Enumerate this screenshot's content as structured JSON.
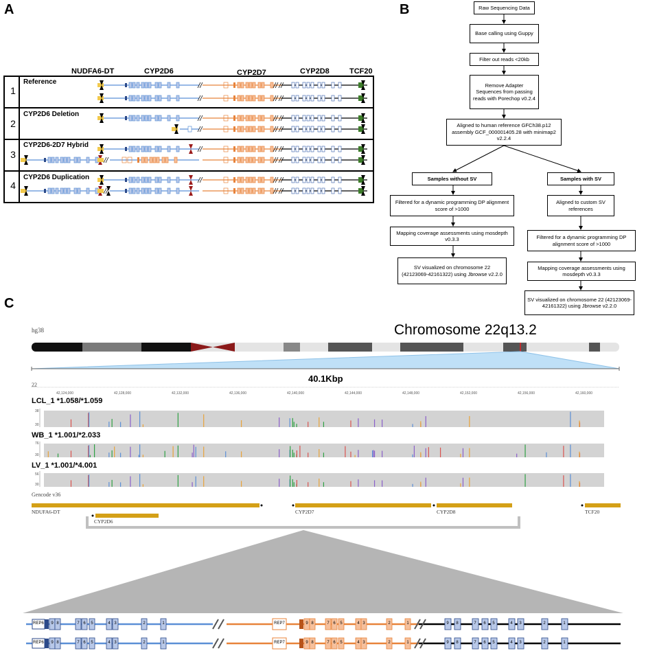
{
  "panels": {
    "a": "A",
    "b": "B",
    "c": "C"
  },
  "panel_a": {
    "genes": [
      "NUDFA6-DT",
      "CYP2D6",
      "CYP2D7",
      "CYP2D8",
      "TCF20"
    ],
    "rows": [
      {
        "num": "1",
        "label": "Reference"
      },
      {
        "num": "2",
        "label": "CYP2D6 Deletion"
      },
      {
        "num": "3",
        "label": "CYP2D6-2D7 Hybrid"
      },
      {
        "num": "4",
        "label": "CYP2D6 Duplication"
      }
    ]
  },
  "flowchart": {
    "raw": "Raw Sequencing Data",
    "basecall": "Base calling using Guppy",
    "filter": "Filter out reads <20kb",
    "adapter": "Remove Adapter Sequences from passing reads with Porechop v0.2.4",
    "align": "Aligned to human reference GFCh38.p12 assembly GCF_000001405.28 with minimap2 v2.2.4",
    "no_sv": "Samples without SV",
    "with_sv": "Samples with SV",
    "dp1": "Filtered for a dynamic programming DP alignment score of >1000",
    "custom": "Aligned to custom SV references",
    "cov1": "Mapping coverage assessments using mosdepth v0.3.3",
    "dp2": "Filtered for a dynamic programming DP alignment score of >1000",
    "vis1": "SV visualized on chromosome 22 (42123069-42161322) using Jbrowse v2.2.0",
    "cov2": "Mapping coverage assessments using mosdepth v0.3.3",
    "vis2": "SV visualized on chromosome 22 (42123069-42161322) using Jbrowse v2.2.0"
  },
  "panel_c": {
    "assembly": "hg38",
    "chrom_title": "Chromosome 22q13.2",
    "span": "40.1Kbp",
    "chrom_num": "22",
    "ticks": [
      "42,124,000",
      "42,128,000",
      "42,132,000",
      "42,136,000",
      "42,140,000",
      "42,144,000",
      "42,148,000",
      "42,152,000",
      "42,156,000",
      "42,160,000"
    ],
    "samples": [
      {
        "name": "LCL_1  *1.058/*1.059",
        "ymax": "38",
        "ymin": "30"
      },
      {
        "name": "WB_1  *1.001/*2.033",
        "ymax": "76",
        "ymin": "30"
      },
      {
        "name": "LV_1  *1.001/*4.001",
        "ymax": "56",
        "ymin": "30"
      }
    ],
    "gencode": "Gencode v36",
    "gene_labels": {
      "ndufa6": "NDUFA6-DT",
      "cyp2d6": "CYP2D6",
      "cyp2d7": "CYP2D7",
      "cyp2d8": "CYP2D8",
      "tcf20": "TCF20"
    },
    "rep6": "REP6",
    "rep7": "REP7",
    "cyp2d6_exons": [
      "9",
      "8",
      "7",
      "6",
      "5",
      "4",
      "3",
      "2",
      "1"
    ],
    "cyp2d7_exons": [
      "9",
      "8",
      "7",
      "6",
      "5",
      "4",
      "3",
      "2",
      "1"
    ],
    "cyp2d8_exons": [
      "9",
      "8",
      "7",
      "6",
      "5",
      "4",
      "3",
      "2",
      "1"
    ]
  },
  "colors": {
    "blue": "#5b8fd6",
    "orange": "#e8833a",
    "exon_blue": "#b8c8e8",
    "exon_orange": "#f6c09c",
    "yellow": "#f2c94c",
    "green": "#3e7d2b",
    "red": "#9b1b1b",
    "gold": "#d4a017"
  }
}
